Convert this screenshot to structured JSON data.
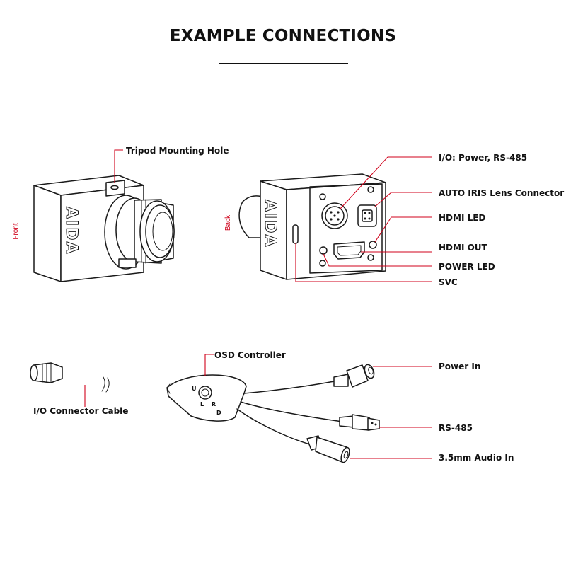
{
  "title": "EXAMPLE CONNECTIONS",
  "brand": "AIDA",
  "views": {
    "front": "Front",
    "back": "Back"
  },
  "callouts": {
    "tripod": "Tripod Mounting Hole",
    "io_power": "I/O: Power, RS-485",
    "auto_iris": "AUTO IRIS Lens Connector",
    "hdmi_led": "HDMI LED",
    "hdmi_out": "HDMI OUT",
    "power_led": "POWER LED",
    "svc": "SVC",
    "osd": "OSD Controller",
    "power_in": "Power In",
    "io_cable": "I/O Connector Cable",
    "rs485": "RS-485",
    "audio_in": "3.5mm Audio In"
  },
  "osd_keys": [
    "U",
    "L",
    "R",
    "D"
  ],
  "colors": {
    "leader": "#d0021b",
    "ink": "#1a1a1a"
  }
}
